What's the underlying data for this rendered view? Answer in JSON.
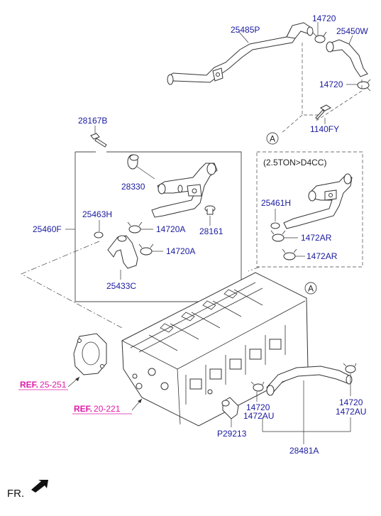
{
  "labels": {
    "p25485P": "25485P",
    "p14720_top": "14720",
    "p25450W": "25450W",
    "p14720_right": "14720",
    "p1140FY": "1140FY",
    "p28167B": "28167B",
    "p28330": "28330",
    "p25463H": "25463H",
    "p25460F": "25460F",
    "p14720A_1": "14720A",
    "p28161": "28161",
    "p14720A_2": "14720A",
    "p25433C": "25433C",
    "p25461H": "25461H",
    "p1472AR_1": "1472AR",
    "p1472AR_2": "1472AR",
    "p14720_bl": "14720",
    "p1472AU_bl": "1472AU",
    "p14720_br": "14720",
    "p1472AU_br": "1472AU",
    "p29213": "P29213",
    "p28481A": "28481A"
  },
  "variant_box": {
    "title": "(2.5TON>D4CC)"
  },
  "refs": {
    "ref1_prefix": "REF.",
    "ref1_code": "25-251",
    "ref2_prefix": "REF.",
    "ref2_code": "20-221"
  },
  "callouts": {
    "a_top": "A",
    "a_bottom": "A"
  },
  "footer": {
    "front": "FR."
  },
  "colors": {
    "part_label": "#1a1aa0",
    "reference": "#e01aa8",
    "line": "#333333"
  }
}
